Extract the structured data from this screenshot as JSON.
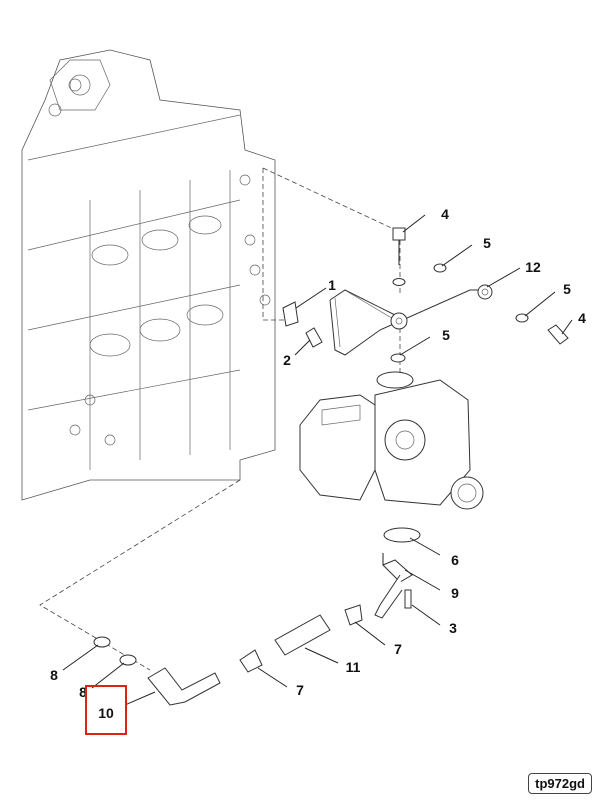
{
  "figure_id": "tp972gd",
  "highlighted_callout": "10",
  "highlight_color": "#e0201a",
  "callouts": {
    "c1": "1",
    "c2": "2",
    "c3": "3",
    "c4a": "4",
    "c4b": "4",
    "c5a": "5",
    "c5b": "5",
    "c5c": "5",
    "c6": "6",
    "c7a": "7",
    "c7b": "7",
    "c8a": "8",
    "c8b": "8",
    "c9": "9",
    "c10": "10",
    "c11": "11",
    "c12": "12"
  }
}
